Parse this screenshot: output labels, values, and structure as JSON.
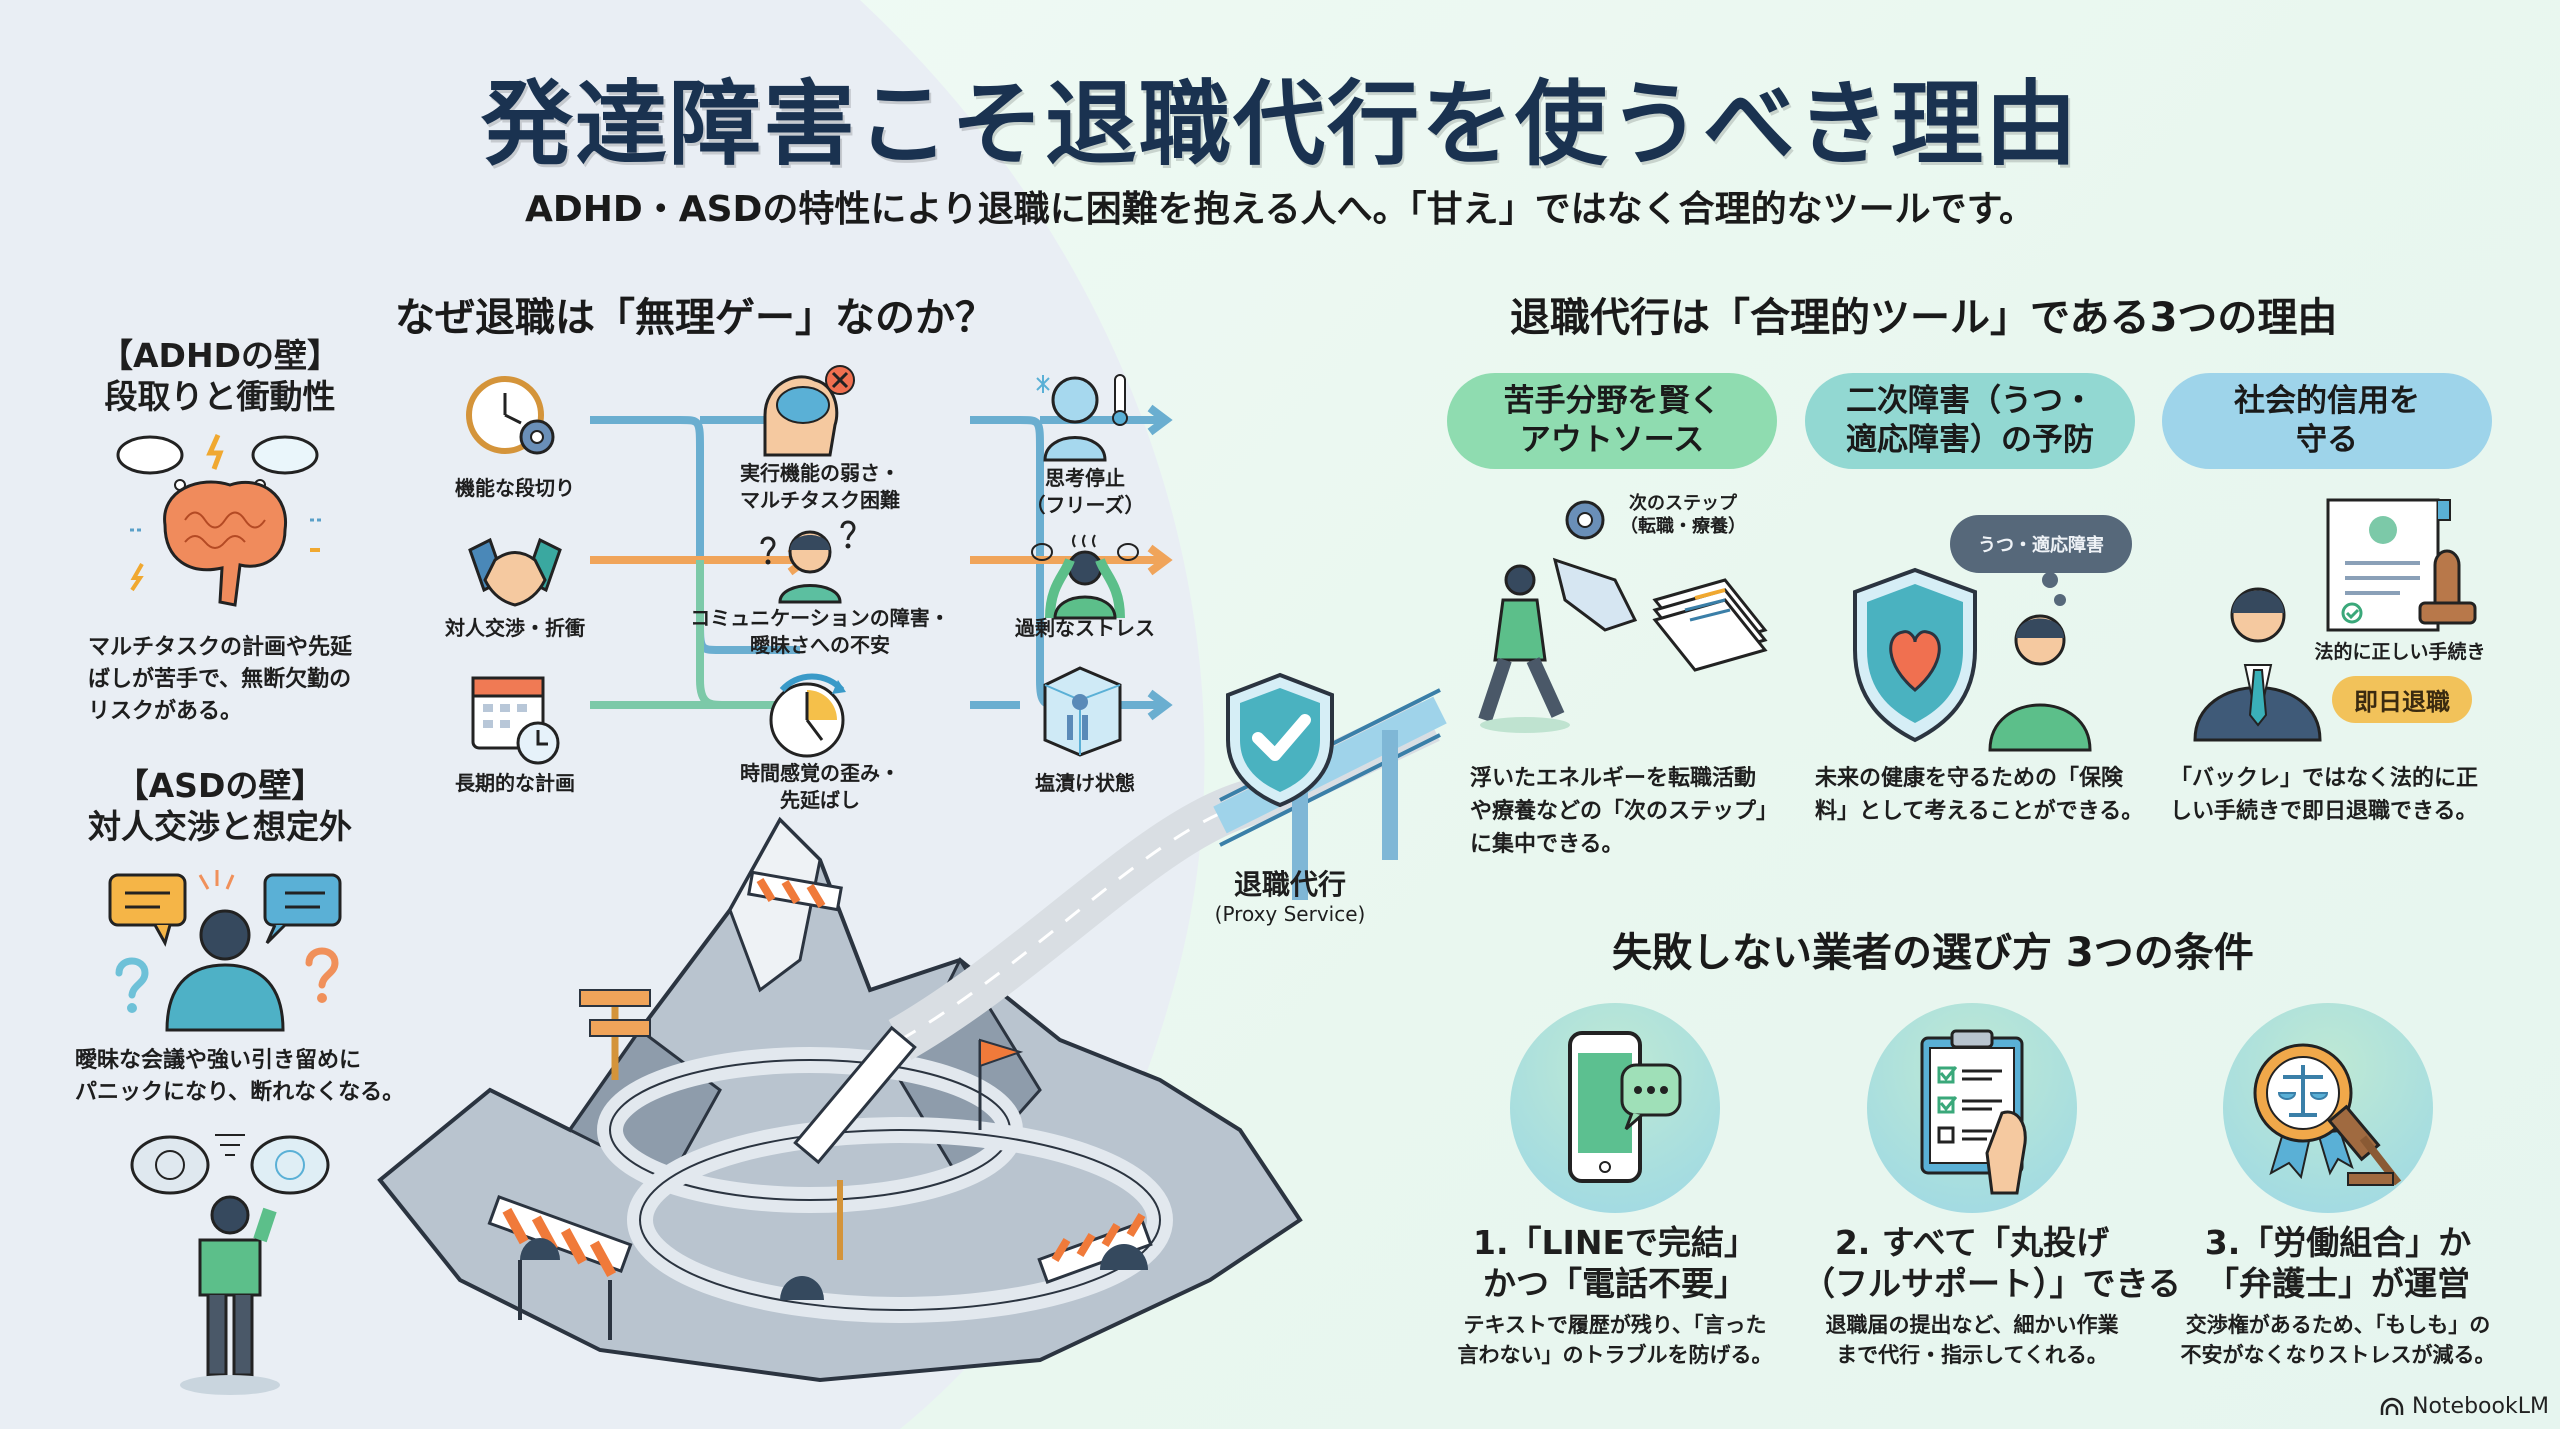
{
  "header": {
    "title": "発達障害こそ退職代行を使うべき理由",
    "subtitle": "ADHD・ASDの特性により退職に困難を抱える人へ。「甘え」ではなく合理的なツールです。"
  },
  "walls": [
    {
      "heading_line1": "【ADHDの壁】",
      "heading_line2": "段取りと衝動性",
      "icon": "brain-icon",
      "text_lines": [
        "マルチタスクの計画や先延",
        "ばしが苦手で、無断欠勤の",
        "リスクがある。"
      ]
    },
    {
      "heading_line1": "【ASDの壁】",
      "heading_line2": "対人交渉と想定外",
      "icon": "confused-person-icon",
      "text_lines": [
        "曖昧な会議や強い引き留めに",
        "パニックになり、断れなくなる。"
      ]
    }
  ],
  "why_section": {
    "heading": "なぜ退職は「無理ゲー」なのか？",
    "causes": [
      {
        "label": "機能な段切り",
        "icon": "clock-gear-icon"
      },
      {
        "label": "対人交渉・折衝",
        "icon": "handshake-icon"
      },
      {
        "label": "長期的な計画",
        "icon": "calendar-icon"
      }
    ],
    "difficulties": [
      {
        "lines": [
          "実行機能の弱さ・",
          "マルチタスク困難"
        ],
        "icon": "brain-x-icon"
      },
      {
        "lines": [
          "コミュニケーションの障害・",
          "曖昧さへの不安"
        ],
        "icon": "worried-person-icon"
      },
      {
        "lines": [
          "時間感覚の歪み・",
          "先延ばし"
        ],
        "icon": "clock-arrow-icon"
      }
    ],
    "results": [
      {
        "lines": [
          "思考停止",
          "（フリーズ）"
        ],
        "icon": "frozen-person-icon"
      },
      {
        "lines": [
          "過剰なストレス"
        ],
        "icon": "stressed-person-icon"
      },
      {
        "lines": [
          "塩漬け状態"
        ],
        "icon": "ice-block-icon"
      }
    ],
    "arrow_colors": {
      "blue": "#6aaed0",
      "orange": "#f0a45a",
      "green": "#7cc9a8"
    }
  },
  "bridge": {
    "label": "退職代行",
    "sublabel": "(Proxy Service)"
  },
  "reasons_section": {
    "heading": "退職代行は「合理的ツール」である3つの理由",
    "items": [
      {
        "pill_lines": [
          "苦手分野を賢く",
          "アウトソース"
        ],
        "pill_color": "#8fdcb0",
        "tag_lines": [
          "次のステップ",
          "（転職・療養）"
        ],
        "text_lines": [
          "浮いたエネルギーを転職活動",
          "や療養などの「次のステップ」",
          "に集中できる。"
        ]
      },
      {
        "pill_lines": [
          "二次障害（うつ・",
          "適応障害）の予防"
        ],
        "pill_color": "#92d8d2",
        "cloud_text": "うつ・適応障害",
        "text_lines": [
          "未来の健康を守るための「保険",
          "料」として考えることができる。"
        ]
      },
      {
        "pill_lines": [
          "社会的信用を",
          "守る"
        ],
        "pill_color": "#9ed4ea",
        "tag_text": "法的に正しい手続き",
        "badge_text": "即日退職",
        "text_lines": [
          "「バックレ」ではなく法的に正",
          "しい手続きで即日退職できる。"
        ]
      }
    ]
  },
  "conditions_section": {
    "heading": "失敗しない業者の選び方 3つの条件",
    "items": [
      {
        "icon": "smartphone-chat-icon",
        "title_lines": [
          "1.「LINEで完結」",
          "かつ「電話不要」"
        ],
        "text_lines": [
          "テキストで履歴が残り、「言った",
          "言わない」のトラブルを防げる。"
        ]
      },
      {
        "icon": "clipboard-checklist-icon",
        "title_lines": [
          "2. すべて「丸投げ",
          "（フルサポート）」できる"
        ],
        "text_lines": [
          "退職届の提出など、細かい作業",
          "まで代行・指示してくれる。"
        ]
      },
      {
        "icon": "law-badge-gavel-icon",
        "title_lines": [
          "3.「労働組合」か",
          "「弁護士」が運営"
        ],
        "text_lines": [
          "交渉権があるため、「もしも」の",
          "不安がなくなりストレスが減る。"
        ]
      }
    ]
  },
  "footer": {
    "brand": "NotebookLM"
  },
  "colors": {
    "title": "#1a3250",
    "accent_orange": "#f0a45a",
    "accent_blue": "#6aaed0",
    "accent_green": "#7cc9a8"
  }
}
